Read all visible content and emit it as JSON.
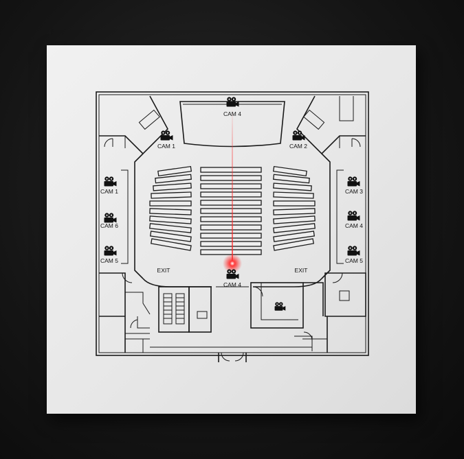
{
  "cameras": {
    "stage": "CAM 4",
    "front_left": "CAM 1",
    "front_right": "CAM 2",
    "left_top": "CAM 1",
    "left_middle": "CAM 6",
    "left_bottom": "CAM 5",
    "right_top": "CAM 3",
    "right_middle": "CAM 4",
    "right_bottom": "CAM 5",
    "rear_center": "CAM 4"
  },
  "exits": {
    "left": "EXIT",
    "right": "EXIT"
  },
  "colors": {
    "board": "#e9e9e9",
    "ink": "#1a1a1a",
    "laser": "#ff2a2a"
  }
}
